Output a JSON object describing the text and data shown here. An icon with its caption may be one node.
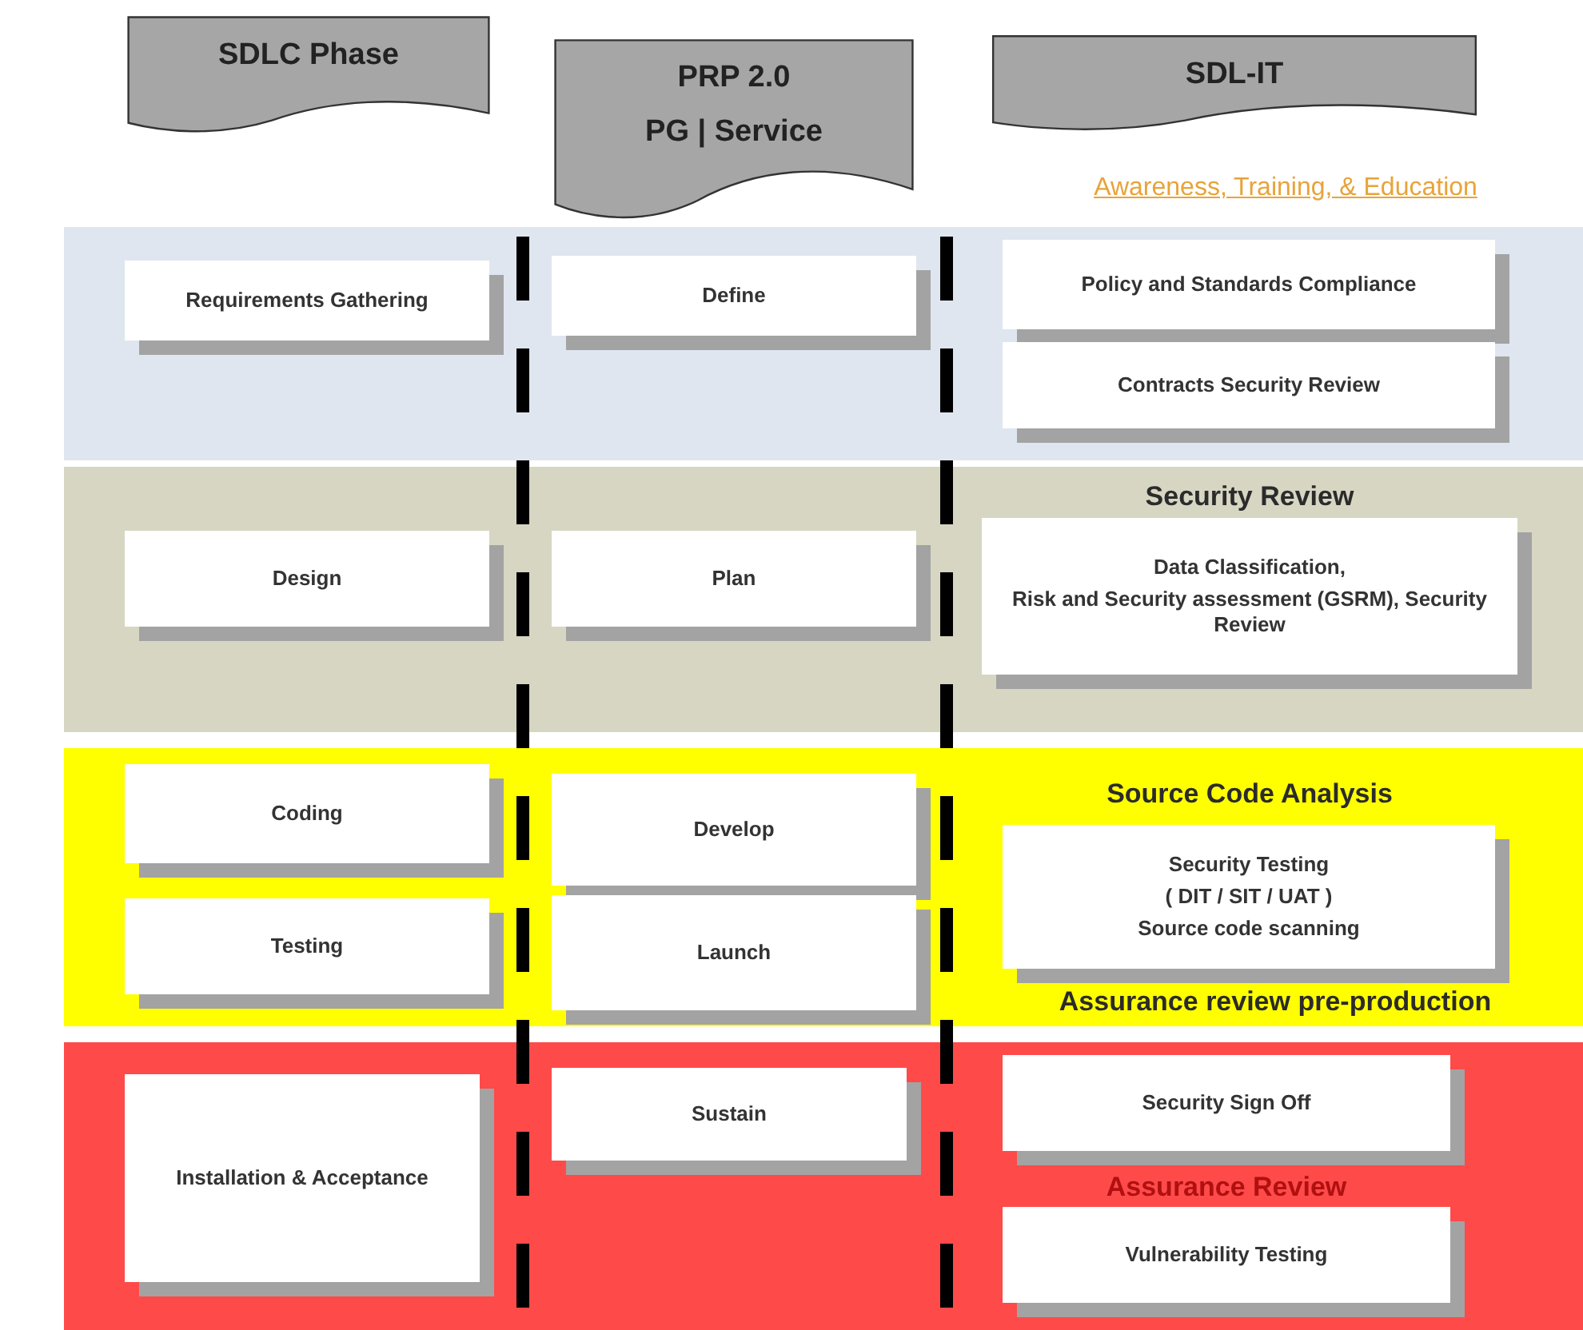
{
  "diagram": {
    "nodes": [
      {
        "text": [
          "SDLC Phase"
        ]
      },
      {
        "text": [
          "PRP 2.0",
          "PG | Service"
        ]
      },
      {
        "text": [
          "SDL-IT"
        ]
      },
      {
        "text": [],
        "shape": "box"
      },
      {
        "text": [
          "Requirements Gathering"
        ],
        "in": 3
      },
      {
        "text": [
          "Define"
        ],
        "in": 3
      },
      {
        "text": [
          "Policy and  Standards Compliance"
        ],
        "in": 3
      },
      {
        "text": [
          "Contracts Security Review"
        ],
        "in": 3
      },
      {
        "text": [
          "Security Review"
        ]
      },
      {
        "text": [
          "Design"
        ],
        "in": 8
      },
      {
        "text": [
          "Plan"
        ],
        "in": 8
      },
      {
        "text": [
          "Data Classification,",
          "Risk and Security assessment (GSRM),  Security Review"
        ],
        "in": 8
      },
      {
        "text": [
          "Source Code Analysis",
          "Assurance review pre-production"
        ]
      },
      {
        "text": [
          "Coding"
        ],
        "in": 12
      },
      {
        "text": [
          "Testing"
        ],
        "in": 12
      },
      {
        "text": [
          "Develop"
        ],
        "in": 12
      },
      {
        "text": [
          "Launch"
        ],
        "in": 12
      },
      {
        "text": [
          "Security Testing",
          "( DIT / SIT / UAT )",
          "Source code scanning"
        ],
        "in": 12
      },
      {
        "text": [
          "Assurance Review"
        ]
      },
      {
        "text": [
          "Installation & Acceptance"
        ],
        "in": 18
      },
      {
        "text": [
          "Sustain"
        ],
        "in": 18
      },
      {
        "text": [
          "Security Sign Off"
        ],
        "in": 18
      },
      {
        "text": [
          "Vulnerability Testing"
        ],
        "in": 18
      }
    ],
    "labels": [
      "Awareness, Training, & Education"
    ]
  }
}
